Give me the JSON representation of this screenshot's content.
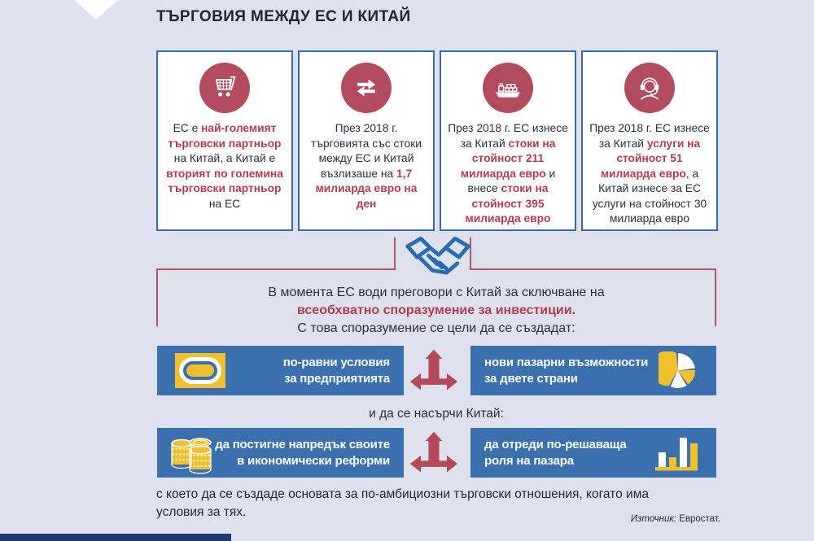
{
  "title": "ТЪРГОВИЯ МЕЖДУ ЕС И КИТАЙ",
  "colors": {
    "background": "#dfe1ee",
    "card_border_blue": "#366ba6",
    "box_blue": "#3a70ad",
    "icon_circle_crimson": "#b14b5d",
    "highlight_red": "#b23c51",
    "connector_red": "#b25566",
    "accent_yellow": "#f0c02e",
    "handshake_blue": "#2b6cb0",
    "bottom_bar_navy": "#1c3a6e",
    "text_dark": "#2b2f42"
  },
  "cards": [
    {
      "icon": "shopping-cart-icon",
      "segments": [
        {
          "text": "ЕС е ",
          "hl": false
        },
        {
          "text": "най-големият търговски партньор",
          "hl": true
        },
        {
          "text": " на Китай, а Китай е ",
          "hl": false
        },
        {
          "text": "вторият по големина търговски партньор",
          "hl": true
        },
        {
          "text": " на ЕС",
          "hl": false
        }
      ]
    },
    {
      "icon": "exchange-arrows-icon",
      "segments": [
        {
          "text": "През 2018 г. търговията със стоки между ЕС и Китай възлизаше на ",
          "hl": false
        },
        {
          "text": "1,7 милиарда евро на ден",
          "hl": true
        }
      ]
    },
    {
      "icon": "cargo-ship-icon",
      "segments": [
        {
          "text": "През 2018 г. ЕС изнесе за Китай ",
          "hl": false
        },
        {
          "text": "стоки на стойност 211 милиарда евро",
          "hl": true
        },
        {
          "text": " и внесе ",
          "hl": false
        },
        {
          "text": "стоки на стойност 395 милиарда евро",
          "hl": true
        }
      ]
    },
    {
      "icon": "headset-support-icon",
      "segments": [
        {
          "text": "През 2018 г. ЕС изнесе за Китай ",
          "hl": false
        },
        {
          "text": "услуги на стойност 51 милиарда евро",
          "hl": true
        },
        {
          "text": ", а Китай изнесе за ЕС услуги на стойност 30 милиарда евро",
          "hl": false
        }
      ]
    }
  ],
  "negotiation": {
    "line1": "В момента ЕС води преговори с Китай за сключване на",
    "line2": "всеобхватно споразумение за инвестиции.",
    "line3": "С това споразумение се цели да се създадат:"
  },
  "goals_row1": [
    {
      "icon": "level-playing-field-icon",
      "lines": [
        "по-равни условия",
        "за предприятията"
      ]
    },
    {
      "icon": "pie-chart-icon",
      "lines": [
        "нови пазарни възможности",
        "за двете страни"
      ]
    }
  ],
  "encourage_label": "и да се насърчи Китай:",
  "goals_row2": [
    {
      "icon": "coins-icon",
      "lines": [
        "да постигне напредък своите",
        "в икономически реформи"
      ]
    },
    {
      "icon": "bar-chart-icon",
      "lines": [
        "да отреди по-решаваща",
        "роля на пазара"
      ]
    }
  ],
  "footer": {
    "text": "с което да се създаде основата за по-амбициозни търговски отношения, когато има условия за тях.",
    "source_label": "Източник:",
    "source_value": " Евростат."
  }
}
